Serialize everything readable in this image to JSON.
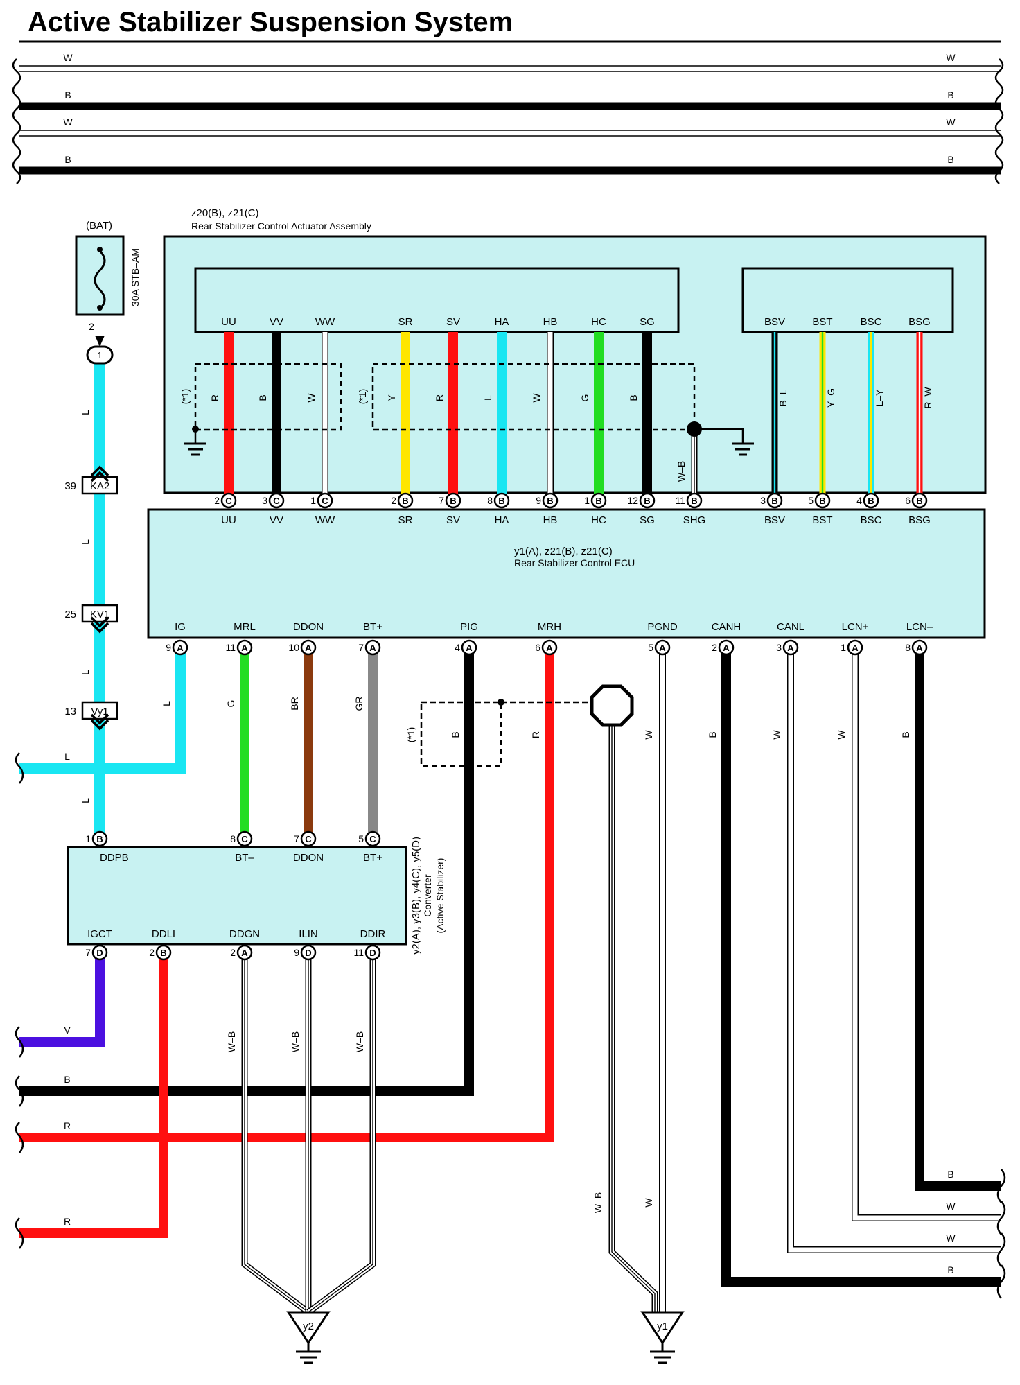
{
  "title": "Active Stabilizer Suspension System",
  "colors": {
    "L": "#19e6f2",
    "B": "#000000",
    "W": "#ffffff",
    "R": "#ff1010",
    "Y": "#ffe600",
    "G": "#22dd22",
    "BR": "#8b3a0e",
    "GR": "#888888",
    "V": "#4b10e0",
    "box": "#c8f2f2"
  },
  "top_bus": [
    "W",
    "B",
    "W",
    "B"
  ],
  "fuse": {
    "source": "(BAT)",
    "label": "30A STB–AM",
    "pin_above": "2",
    "joint": "1"
  },
  "battery_wire_labels": [
    "L",
    "L",
    "L",
    "L"
  ],
  "connectors": [
    {
      "pin": "39",
      "name": "KA2"
    },
    {
      "pin": "25",
      "name": "KV1"
    },
    {
      "pin": "13",
      "name": "Vy1"
    }
  ],
  "actuator": {
    "refs": "z20(B), z21(C)",
    "name": "Rear Stabilizer Control Actuator Assembly",
    "shield_note": "(*1)",
    "shg_wire": "W–B",
    "terminals": [
      {
        "name": "UU",
        "pin": "2",
        "conn": "C",
        "wire": "R",
        "mid": "R"
      },
      {
        "name": "VV",
        "pin": "3",
        "conn": "C",
        "wire": "B",
        "mid": "B"
      },
      {
        "name": "WW",
        "pin": "1",
        "conn": "C",
        "wire": "W",
        "mid": "W"
      },
      {
        "name": "SR",
        "pin": "2",
        "conn": "B",
        "wire": "Y",
        "mid": "Y"
      },
      {
        "name": "SV",
        "pin": "7",
        "conn": "B",
        "wire": "R",
        "mid": "R"
      },
      {
        "name": "HA",
        "pin": "8",
        "conn": "B",
        "wire": "L",
        "mid": "L"
      },
      {
        "name": "HB",
        "pin": "9",
        "conn": "B",
        "wire": "W",
        "mid": "W"
      },
      {
        "name": "HC",
        "pin": "1",
        "conn": "B",
        "wire": "G",
        "mid": "G"
      },
      {
        "name": "SG",
        "pin": "12",
        "conn": "B",
        "wire": "B",
        "mid": "B"
      },
      {
        "name": "BSV",
        "pin": "3",
        "conn": "B",
        "wire": "B–L",
        "mid": "B-L"
      },
      {
        "name": "BST",
        "pin": "5",
        "conn": "B",
        "wire": "Y–G",
        "mid": "Y-G"
      },
      {
        "name": "BSC",
        "pin": "4",
        "conn": "B",
        "wire": "L–Y",
        "mid": "L-Y"
      },
      {
        "name": "BSG",
        "pin": "6",
        "conn": "B",
        "wire": "R–W",
        "mid": "R-W"
      }
    ],
    "shg": {
      "name": "SHG",
      "pin": "11",
      "conn": "B"
    }
  },
  "ecu": {
    "refs": "y1(A), z21(B), z21(C)",
    "name": "Rear Stabilizer Control ECU",
    "bottom_pins": [
      {
        "name": "IG",
        "pin": "9",
        "conn": "A",
        "wire": "L"
      },
      {
        "name": "MRL",
        "pin": "11",
        "conn": "A",
        "wire": "G"
      },
      {
        "name": "DDON",
        "pin": "10",
        "conn": "A",
        "wire": "BR"
      },
      {
        "name": "BT+",
        "pin": "7",
        "conn": "A",
        "wire": "GR"
      },
      {
        "name": "PIG",
        "pin": "4",
        "conn": "A",
        "wire": "B"
      },
      {
        "name": "MRH",
        "pin": "6",
        "conn": "A",
        "wire": "R"
      },
      {
        "name": "PGND",
        "pin": "5",
        "conn": "A",
        "wire": "W"
      },
      {
        "name": "CANH",
        "pin": "2",
        "conn": "A",
        "wire": "B"
      },
      {
        "name": "CANL",
        "pin": "3",
        "conn": "A",
        "wire": "W"
      },
      {
        "name": "LCN+",
        "pin": "1",
        "conn": "A",
        "wire": "W"
      },
      {
        "name": "LCN–",
        "pin": "8",
        "conn": "A",
        "wire": "B"
      }
    ],
    "shield_note": "(*1)",
    "shield_wire": "B"
  },
  "converter": {
    "refs": "y2(A), y3(B), y4(C), y5(D)",
    "name": "Converter",
    "sub": "(Active Stabilizer)",
    "top_pins": [
      {
        "name": "DDPB",
        "pin": "1",
        "conn": "B"
      },
      {
        "name": "BT–",
        "pin": "8",
        "conn": "C"
      },
      {
        "name": "DDON",
        "pin": "7",
        "conn": "C"
      },
      {
        "name": "BT+",
        "pin": "5",
        "conn": "C"
      }
    ],
    "bottom_pins": [
      {
        "name": "IGCT",
        "pin": "7",
        "conn": "D",
        "wire": "V"
      },
      {
        "name": "DDLI",
        "pin": "2",
        "conn": "B",
        "wire": "R"
      },
      {
        "name": "DDGN",
        "pin": "2",
        "conn": "A",
        "wire": "W–B"
      },
      {
        "name": "ILIN",
        "pin": "9",
        "conn": "D",
        "wire": "W–B"
      },
      {
        "name": "DDIR",
        "pin": "11",
        "conn": "D",
        "wire": "W–B"
      }
    ]
  },
  "left_bus": [
    {
      "label": "L"
    },
    {
      "label": "V"
    },
    {
      "label": "B"
    },
    {
      "label": "R"
    },
    {
      "label": "R"
    }
  ],
  "right_bus": [
    "B",
    "W",
    "W",
    "B"
  ],
  "grounds": {
    "g1": "y1",
    "g2": "y2"
  },
  "pgnd_ground_wires": [
    "W–B",
    "W"
  ]
}
